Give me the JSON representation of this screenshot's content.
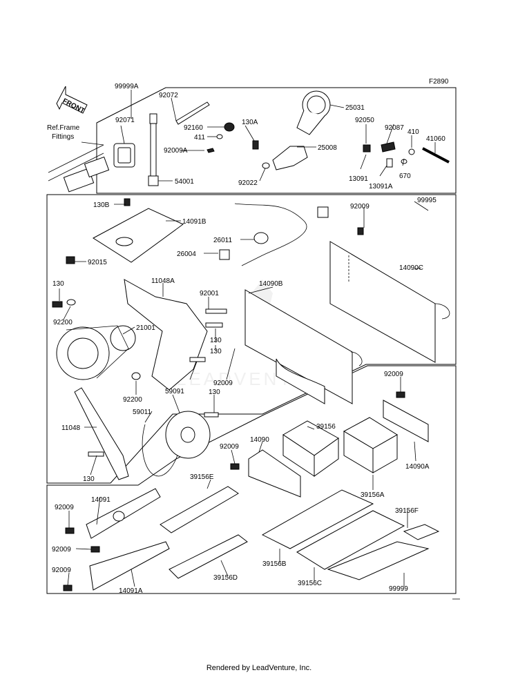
{
  "diagram": {
    "figure_code": "F2890",
    "front_arrow_label": "FRONT",
    "ref_note_line1": "Ref.Frame",
    "ref_note_line2": "Fittings",
    "watermark": "LEADVENTURE",
    "parts": {
      "p99999A": "99999A",
      "p92072": "92072",
      "p92071": "92071",
      "p92160": "92160",
      "p130A": "130A",
      "p411": "411",
      "p92009A": "92009A",
      "p54001": "54001",
      "p25031": "25031",
      "p25008": "25008",
      "p92022": "92022",
      "p92050": "92050",
      "p92087": "92087",
      "p410": "410",
      "p41060": "41060",
      "p13091": "13091",
      "p670": "670",
      "p13091A": "13091A",
      "p130B": "130B",
      "p14091B": "14091B",
      "p92009_top": "92009",
      "p99995": "99995",
      "p26011": "26011",
      "p26004": "26004",
      "p92015": "92015",
      "p14090C": "14090C",
      "p130_a": "130",
      "p11048A": "11048A",
      "p92001": "92001",
      "p14090B": "14090B",
      "p92200_a": "92200",
      "p21001": "21001",
      "p130_b": "130",
      "p130_c": "130",
      "p92009_mid": "92009",
      "p92200_b": "92200",
      "p59091": "59091",
      "p130_d": "130",
      "p59011": "59011",
      "p92009_right": "92009",
      "p11048": "11048",
      "p39156": "39156",
      "p92009_c": "92009",
      "p14090": "14090",
      "p14090A": "14090A",
      "p130_e": "130",
      "p39156E": "39156E",
      "p39156A": "39156A",
      "p14091": "14091",
      "p92009_d": "92009",
      "p39156F": "39156F",
      "p92009_e": "92009",
      "p92009_f": "92009",
      "p39156B": "39156B",
      "p14091A": "14091A",
      "p39156D": "39156D",
      "p39156C": "39156C",
      "p99999": "99999"
    }
  },
  "footer": {
    "text": "Rendered by LeadVenture, Inc."
  }
}
